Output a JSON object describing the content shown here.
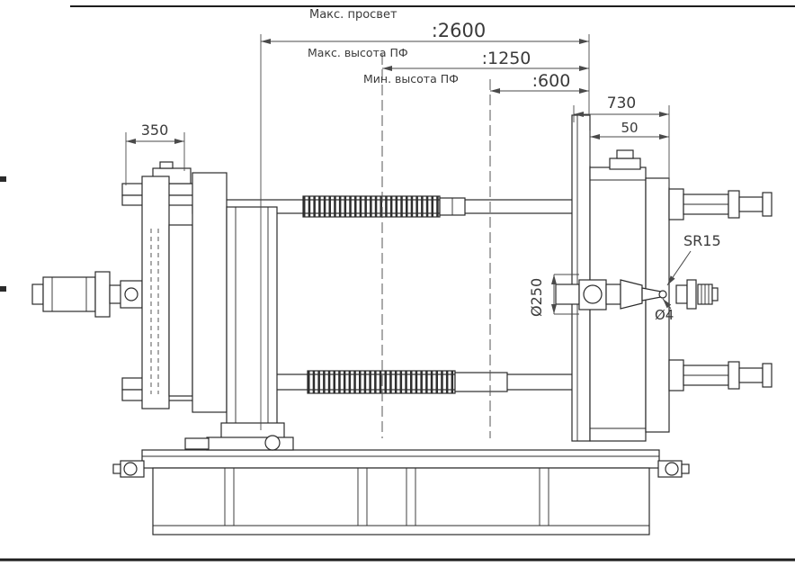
{
  "drawing": {
    "title": "machine-side-elevation-drawing",
    "line_color": "#2b2b2b",
    "dim_color": "#4a4a4a"
  },
  "dimensions": {
    "max_clearance": {
      "label": "Макс. просвет",
      "value": ":2600"
    },
    "max_mold_height": {
      "label": "Макс. высота ПФ",
      "value": ":1250"
    },
    "min_mold_height": {
      "label": "Мин. высота ПФ",
      "value": ":600"
    },
    "platen_span": {
      "value": "730"
    },
    "platen_offset": {
      "value": "50"
    },
    "left_stroke": {
      "value": "350"
    },
    "plunger_diameter": {
      "value": "Ø250"
    },
    "nozzle_sphere_radius": {
      "value": "SR15"
    },
    "nozzle_orifice": {
      "value": "Ø4"
    }
  }
}
